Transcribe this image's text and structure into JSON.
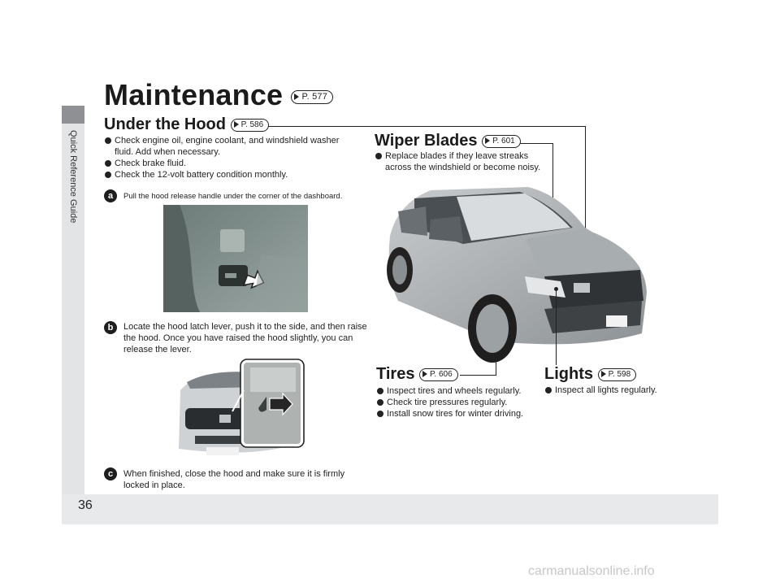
{
  "sidebar": {
    "label": "Quick Reference Guide"
  },
  "page": {
    "number": "36"
  },
  "watermark": "carmanualsonline.info",
  "title": {
    "text": "Maintenance",
    "ref": "P. 577"
  },
  "under_hood": {
    "heading": "Under the Hood",
    "ref": "P. 586",
    "bullets": [
      "Check engine oil, engine coolant, and windshield washer fluid. Add when necessary.",
      "Check brake fluid.",
      "Check the 12-volt battery condition monthly."
    ]
  },
  "steps": [
    {
      "badge": "a",
      "text": "Pull the hood release handle under the corner of the dashboard."
    },
    {
      "badge": "b",
      "text": "Locate the hood latch lever, push it to the side, and then raise the hood. Once you have raised the hood slightly, you can release the lever."
    },
    {
      "badge": "c",
      "text": "When finished, close the hood and make sure it is firmly locked in place."
    }
  ],
  "wiper": {
    "heading": "Wiper Blades",
    "ref": "P. 601",
    "bullets": [
      "Replace blades if they leave streaks across the windshield or become noisy."
    ]
  },
  "tires": {
    "heading": "Tires",
    "ref": "P. 606",
    "bullets": [
      "Inspect tires and wheels regularly.",
      "Check tire pressures regularly.",
      "Install snow tires for winter driving."
    ]
  },
  "lights": {
    "heading": "Lights",
    "ref": "P. 598",
    "bullets": [
      "Inspect all lights regularly."
    ]
  },
  "colors": {
    "text": "#1b1b1b",
    "sidebar_tab": "#8e9093",
    "sidebar": "#e3e4e5",
    "footer": "#e8e9ea"
  }
}
